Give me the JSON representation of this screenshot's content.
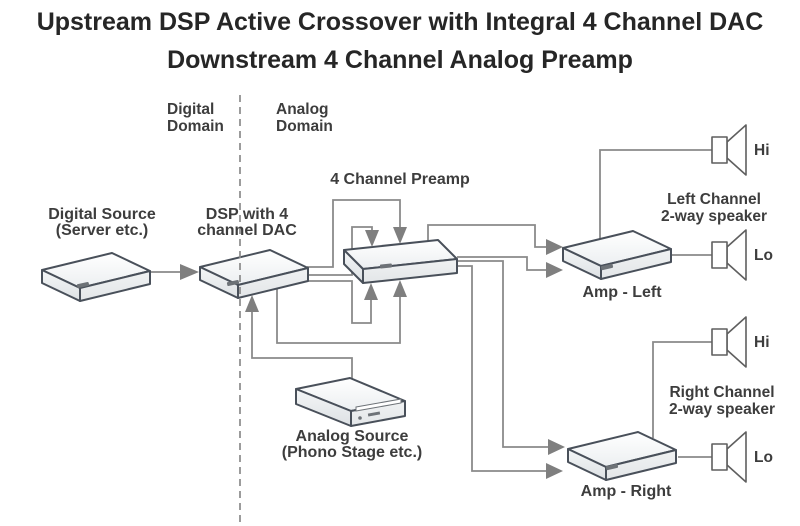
{
  "title": {
    "line1": "Upstream DSP Active Crossover with Integral 4 Channel DAC",
    "line2": "Downstream 4 Channel Analog Preamp"
  },
  "domains": {
    "digital": {
      "line1": "Digital",
      "line2": "Domain"
    },
    "analog": {
      "line1": "Analog",
      "line2": "Domain"
    }
  },
  "nodes": {
    "digital_source": {
      "line1": "Digital Source",
      "line2": "(Server etc.)"
    },
    "dsp": {
      "line1": "DSP with 4",
      "line2": "channel DAC"
    },
    "preamp": {
      "label": "4 Channel Preamp"
    },
    "analog_source": {
      "line1": "Analog Source",
      "line2": "(Phono Stage etc.)"
    },
    "amp_left": {
      "label": "Amp - Left"
    },
    "amp_right": {
      "label": "Amp - Right"
    }
  },
  "speakers": {
    "left": {
      "line1": "Left Channel",
      "line2": "2-way speaker",
      "hi": "Hi",
      "lo": "Lo"
    },
    "right": {
      "line1": "Right Channel",
      "line2": "2-way speaker",
      "hi": "Hi",
      "lo": "Lo"
    }
  },
  "colors": {
    "wire": "#8a8a8a",
    "arrow": "#7f7f7f",
    "box_outline": "#49505a",
    "text": "#3d3d3d",
    "title_text": "#262626"
  }
}
